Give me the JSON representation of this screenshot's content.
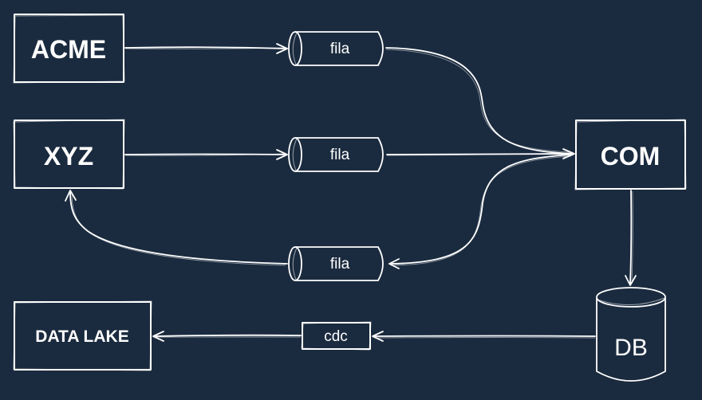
{
  "colors": {
    "background": "#1b2b3f",
    "stroke": "#ffffff"
  },
  "nodes": {
    "acme": "ACME",
    "xyz": "XYZ",
    "com": "COM",
    "db": "DB",
    "data_lake": "DATA LAKE"
  },
  "queues": {
    "q1": "fila",
    "q2": "fila",
    "q3": "fila",
    "cdc": "cdc"
  }
}
